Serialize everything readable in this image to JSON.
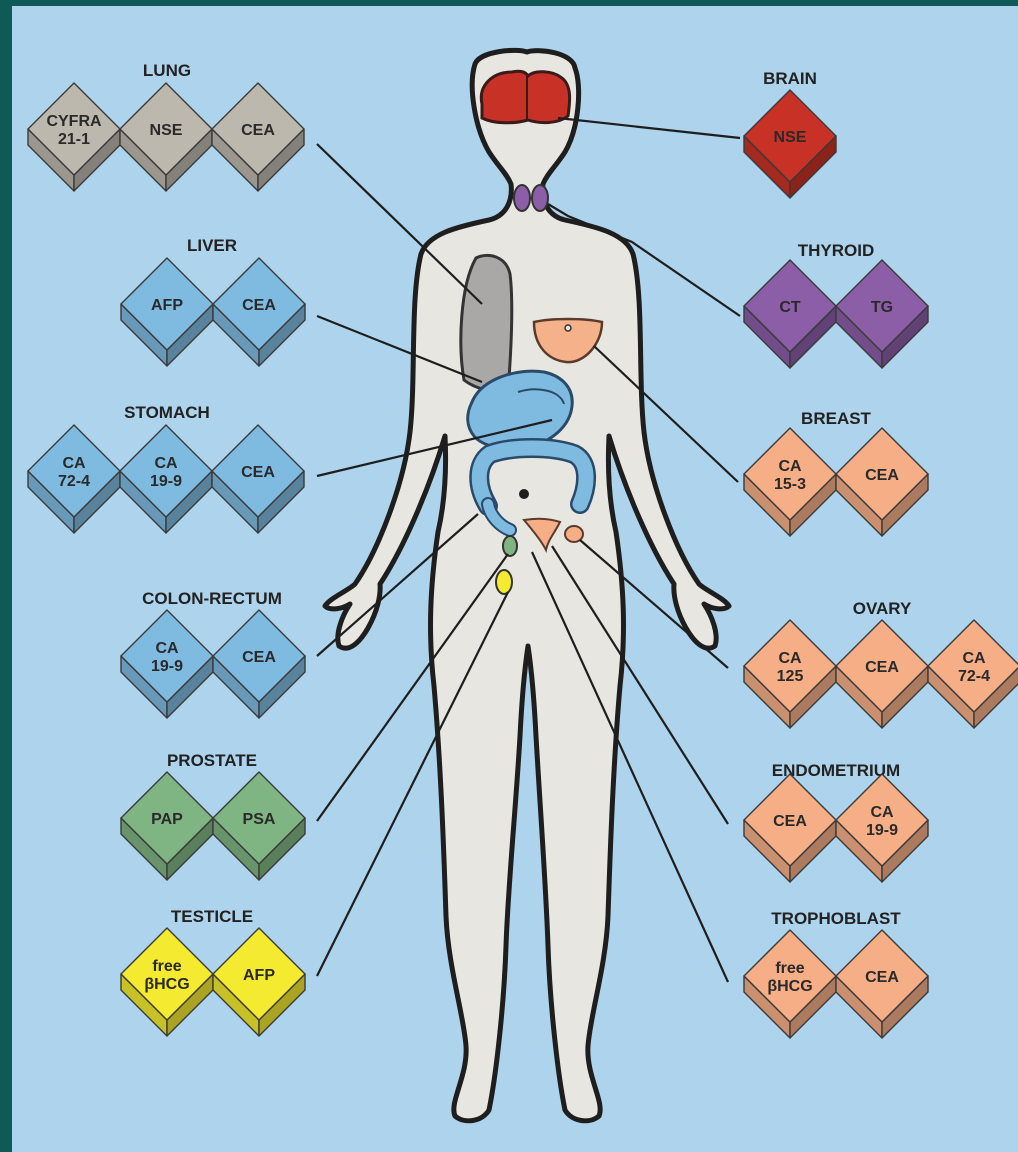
{
  "colors": {
    "background": "#aed3ec",
    "frame": "#0d5a57",
    "body_fill": "#e8e6e0",
    "gray": "#bdb8ae",
    "blue": "#7fbae0",
    "red": "#c83226",
    "purple": "#8c5ea8",
    "green": "#7fb582",
    "yellow": "#f4ea30",
    "salmon": "#f6ae86"
  },
  "groups": [
    {
      "id": "lung",
      "label": "LUNG",
      "color": "gray",
      "markers": [
        [
          "CYFRA",
          "21-1"
        ],
        [
          "NSE"
        ],
        [
          "CEA"
        ]
      ]
    },
    {
      "id": "liver",
      "label": "LIVER",
      "color": "blue",
      "markers": [
        [
          "AFP"
        ],
        [
          "CEA"
        ]
      ]
    },
    {
      "id": "stomach",
      "label": "STOMACH",
      "color": "blue",
      "markers": [
        [
          "CA",
          "72-4"
        ],
        [
          "CA",
          "19-9"
        ],
        [
          "CEA"
        ]
      ]
    },
    {
      "id": "colon-rectum",
      "label": "COLON-RECTUM",
      "color": "blue",
      "markers": [
        [
          "CA",
          "19-9"
        ],
        [
          "CEA"
        ]
      ]
    },
    {
      "id": "prostate",
      "label": "PROSTATE",
      "color": "green",
      "markers": [
        [
          "PAP"
        ],
        [
          "PSA"
        ]
      ]
    },
    {
      "id": "testicle",
      "label": "TESTICLE",
      "color": "yellow",
      "markers": [
        [
          "free",
          "βHCG"
        ],
        [
          "AFP"
        ]
      ]
    },
    {
      "id": "brain",
      "label": "BRAIN",
      "color": "red",
      "markers": [
        [
          "NSE"
        ]
      ]
    },
    {
      "id": "thyroid",
      "label": "THYROID",
      "color": "purple",
      "markers": [
        [
          "CT"
        ],
        [
          "TG"
        ]
      ]
    },
    {
      "id": "breast",
      "label": "BREAST",
      "color": "salmon",
      "markers": [
        [
          "CA",
          "15-3"
        ],
        [
          "CEA"
        ]
      ]
    },
    {
      "id": "ovary",
      "label": "OVARY",
      "color": "salmon",
      "markers": [
        [
          "CA",
          "125"
        ],
        [
          "CEA"
        ],
        [
          "CA",
          "72-4"
        ]
      ]
    },
    {
      "id": "endometrium",
      "label": "ENDOMETRIUM",
      "color": "salmon",
      "markers": [
        [
          "CEA"
        ],
        [
          "CA",
          "19-9"
        ]
      ]
    },
    {
      "id": "trophoblast",
      "label": "TROPHOBLAST",
      "color": "salmon",
      "markers": [
        [
          "free",
          "βHCG"
        ],
        [
          "CEA"
        ]
      ]
    }
  ]
}
